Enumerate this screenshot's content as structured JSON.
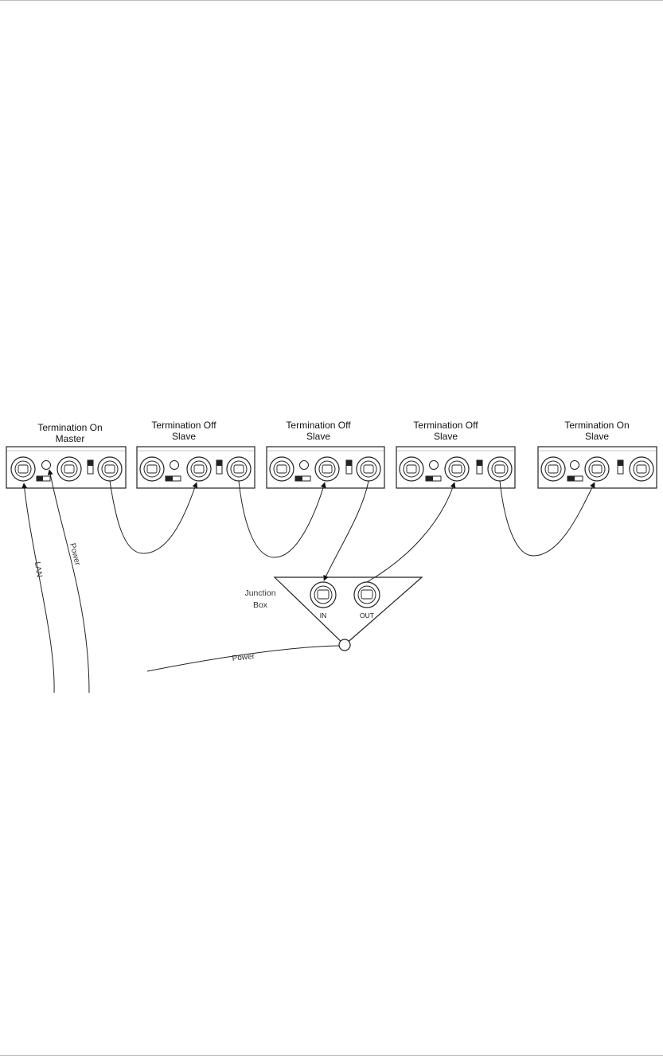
{
  "units": [
    {
      "id": "unit-1",
      "title": [
        "Termination On",
        "Master"
      ]
    },
    {
      "id": "unit-2",
      "title": [
        "Termination Off",
        "Slave"
      ]
    },
    {
      "id": "unit-3",
      "title": [
        "Termination Off",
        "Slave"
      ]
    },
    {
      "id": "unit-4",
      "title": [
        "Termination Off",
        "Slave"
      ]
    },
    {
      "id": "unit-5",
      "title": [
        "Termination On",
        "Slave"
      ]
    }
  ],
  "junction_box": {
    "label": [
      "Junction",
      "Box"
    ],
    "in_label": "IN",
    "out_label": "OUT"
  },
  "cables": {
    "lan": "LAN",
    "power_master": "Power",
    "power_junction": "Power"
  }
}
